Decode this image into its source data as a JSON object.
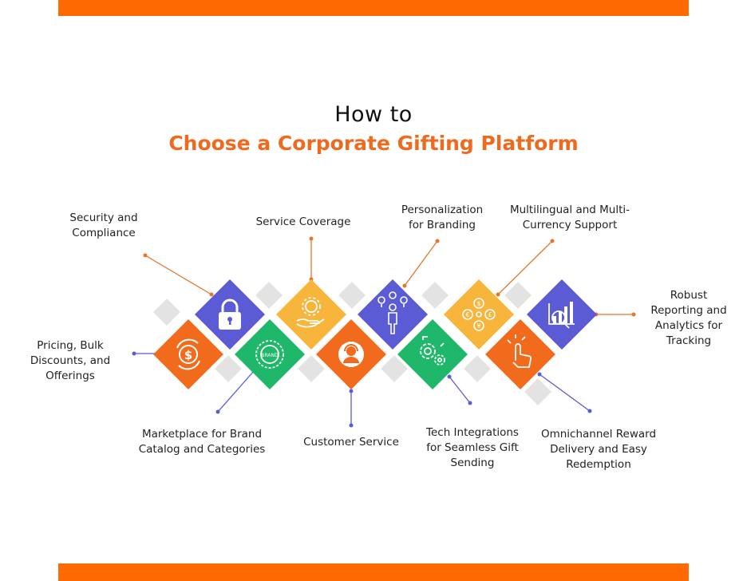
{
  "title": {
    "line1": "How to",
    "line2": "Choose a Corporate Gifting Platform"
  },
  "colors": {
    "orange": "#f26a1b",
    "purple": "#5b5bd6",
    "green": "#1fb86a",
    "yellow": "#f7b53b",
    "accent_bar": "#ff6a00"
  },
  "items": [
    {
      "label": "Pricing, Bulk\nDiscounts, and\nOfferings",
      "color": "orange",
      "icon": "dollar-cycle-icon"
    },
    {
      "label": "Security and\nCompliance",
      "color": "purple",
      "icon": "padlock-icon"
    },
    {
      "label": "Marketplace for Brand\nCatalog and Categories",
      "color": "green",
      "icon": "brand-badge-icon"
    },
    {
      "label": "Service Coverage",
      "color": "yellow",
      "icon": "gear-hand-icon"
    },
    {
      "label": "Customer Service",
      "color": "orange",
      "icon": "headset-agent-icon"
    },
    {
      "label": "Personalization\nfor Branding",
      "color": "purple",
      "icon": "person-options-icon"
    },
    {
      "label": "Tech Integrations\nfor Seamless Gift\nSending",
      "color": "green",
      "icon": "gears-integration-icon"
    },
    {
      "label": "Multilingual and Multi-\nCurrency Support",
      "color": "yellow",
      "icon": "currency-coins-icon"
    },
    {
      "label": "Omnichannel Reward\nDelivery and Easy\nRedemption",
      "color": "orange",
      "icon": "hand-tap-icon"
    },
    {
      "label": "Robust\nReporting and\nAnalytics for\nTracking",
      "color": "purple",
      "icon": "analytics-chart-icon"
    }
  ]
}
